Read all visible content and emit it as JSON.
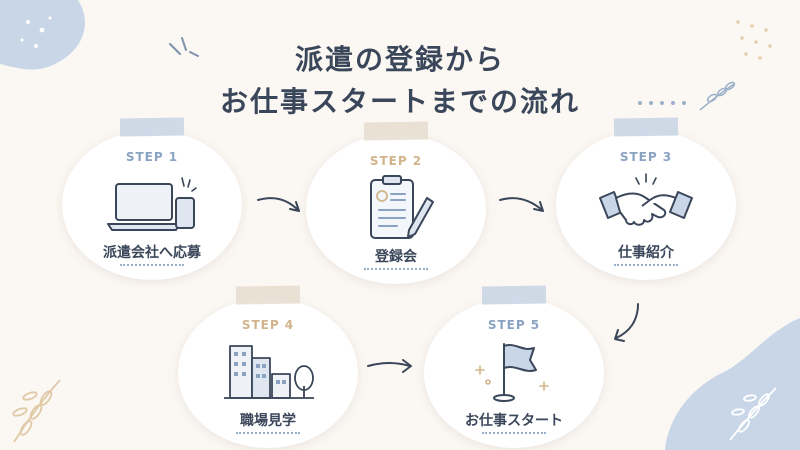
{
  "title": {
    "line1": "派遣の登録から",
    "line2": "お仕事スタートまでの流れ"
  },
  "steps": [
    {
      "step": "STEP 1",
      "label": "派遣会社へ応募",
      "icon": "laptop-phone-icon",
      "accent": "blue"
    },
    {
      "step": "STEP 2",
      "label": "登録会",
      "icon": "clipboard-pen-icon",
      "accent": "tan"
    },
    {
      "step": "STEP 3",
      "label": "仕事紹介",
      "icon": "handshake-icon",
      "accent": "blue"
    },
    {
      "step": "STEP 4",
      "label": "職場見学",
      "icon": "buildings-tree-icon",
      "accent": "tan"
    },
    {
      "step": "STEP 5",
      "label": "お仕事スタート",
      "icon": "flag-icon",
      "accent": "blue"
    }
  ],
  "colors": {
    "background": "#fbf7f3",
    "text": "#3a4659",
    "accent_blue": "#8aa3c3",
    "accent_tan": "#d2b48b",
    "blob_blue": "#c9d6e8"
  }
}
